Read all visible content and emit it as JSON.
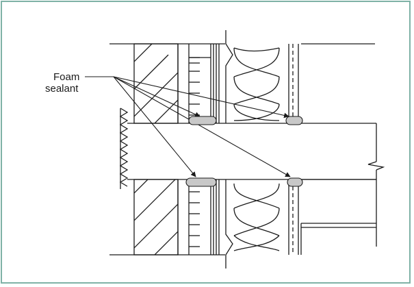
{
  "diagram": {
    "callout": {
      "line1": "Foam",
      "line2": "sealant"
    },
    "colors": {
      "frame": "#7fb2a6",
      "line": "#1a1a1a",
      "sealant": "#c8c8c8"
    },
    "sealant_bead_count": 4
  }
}
